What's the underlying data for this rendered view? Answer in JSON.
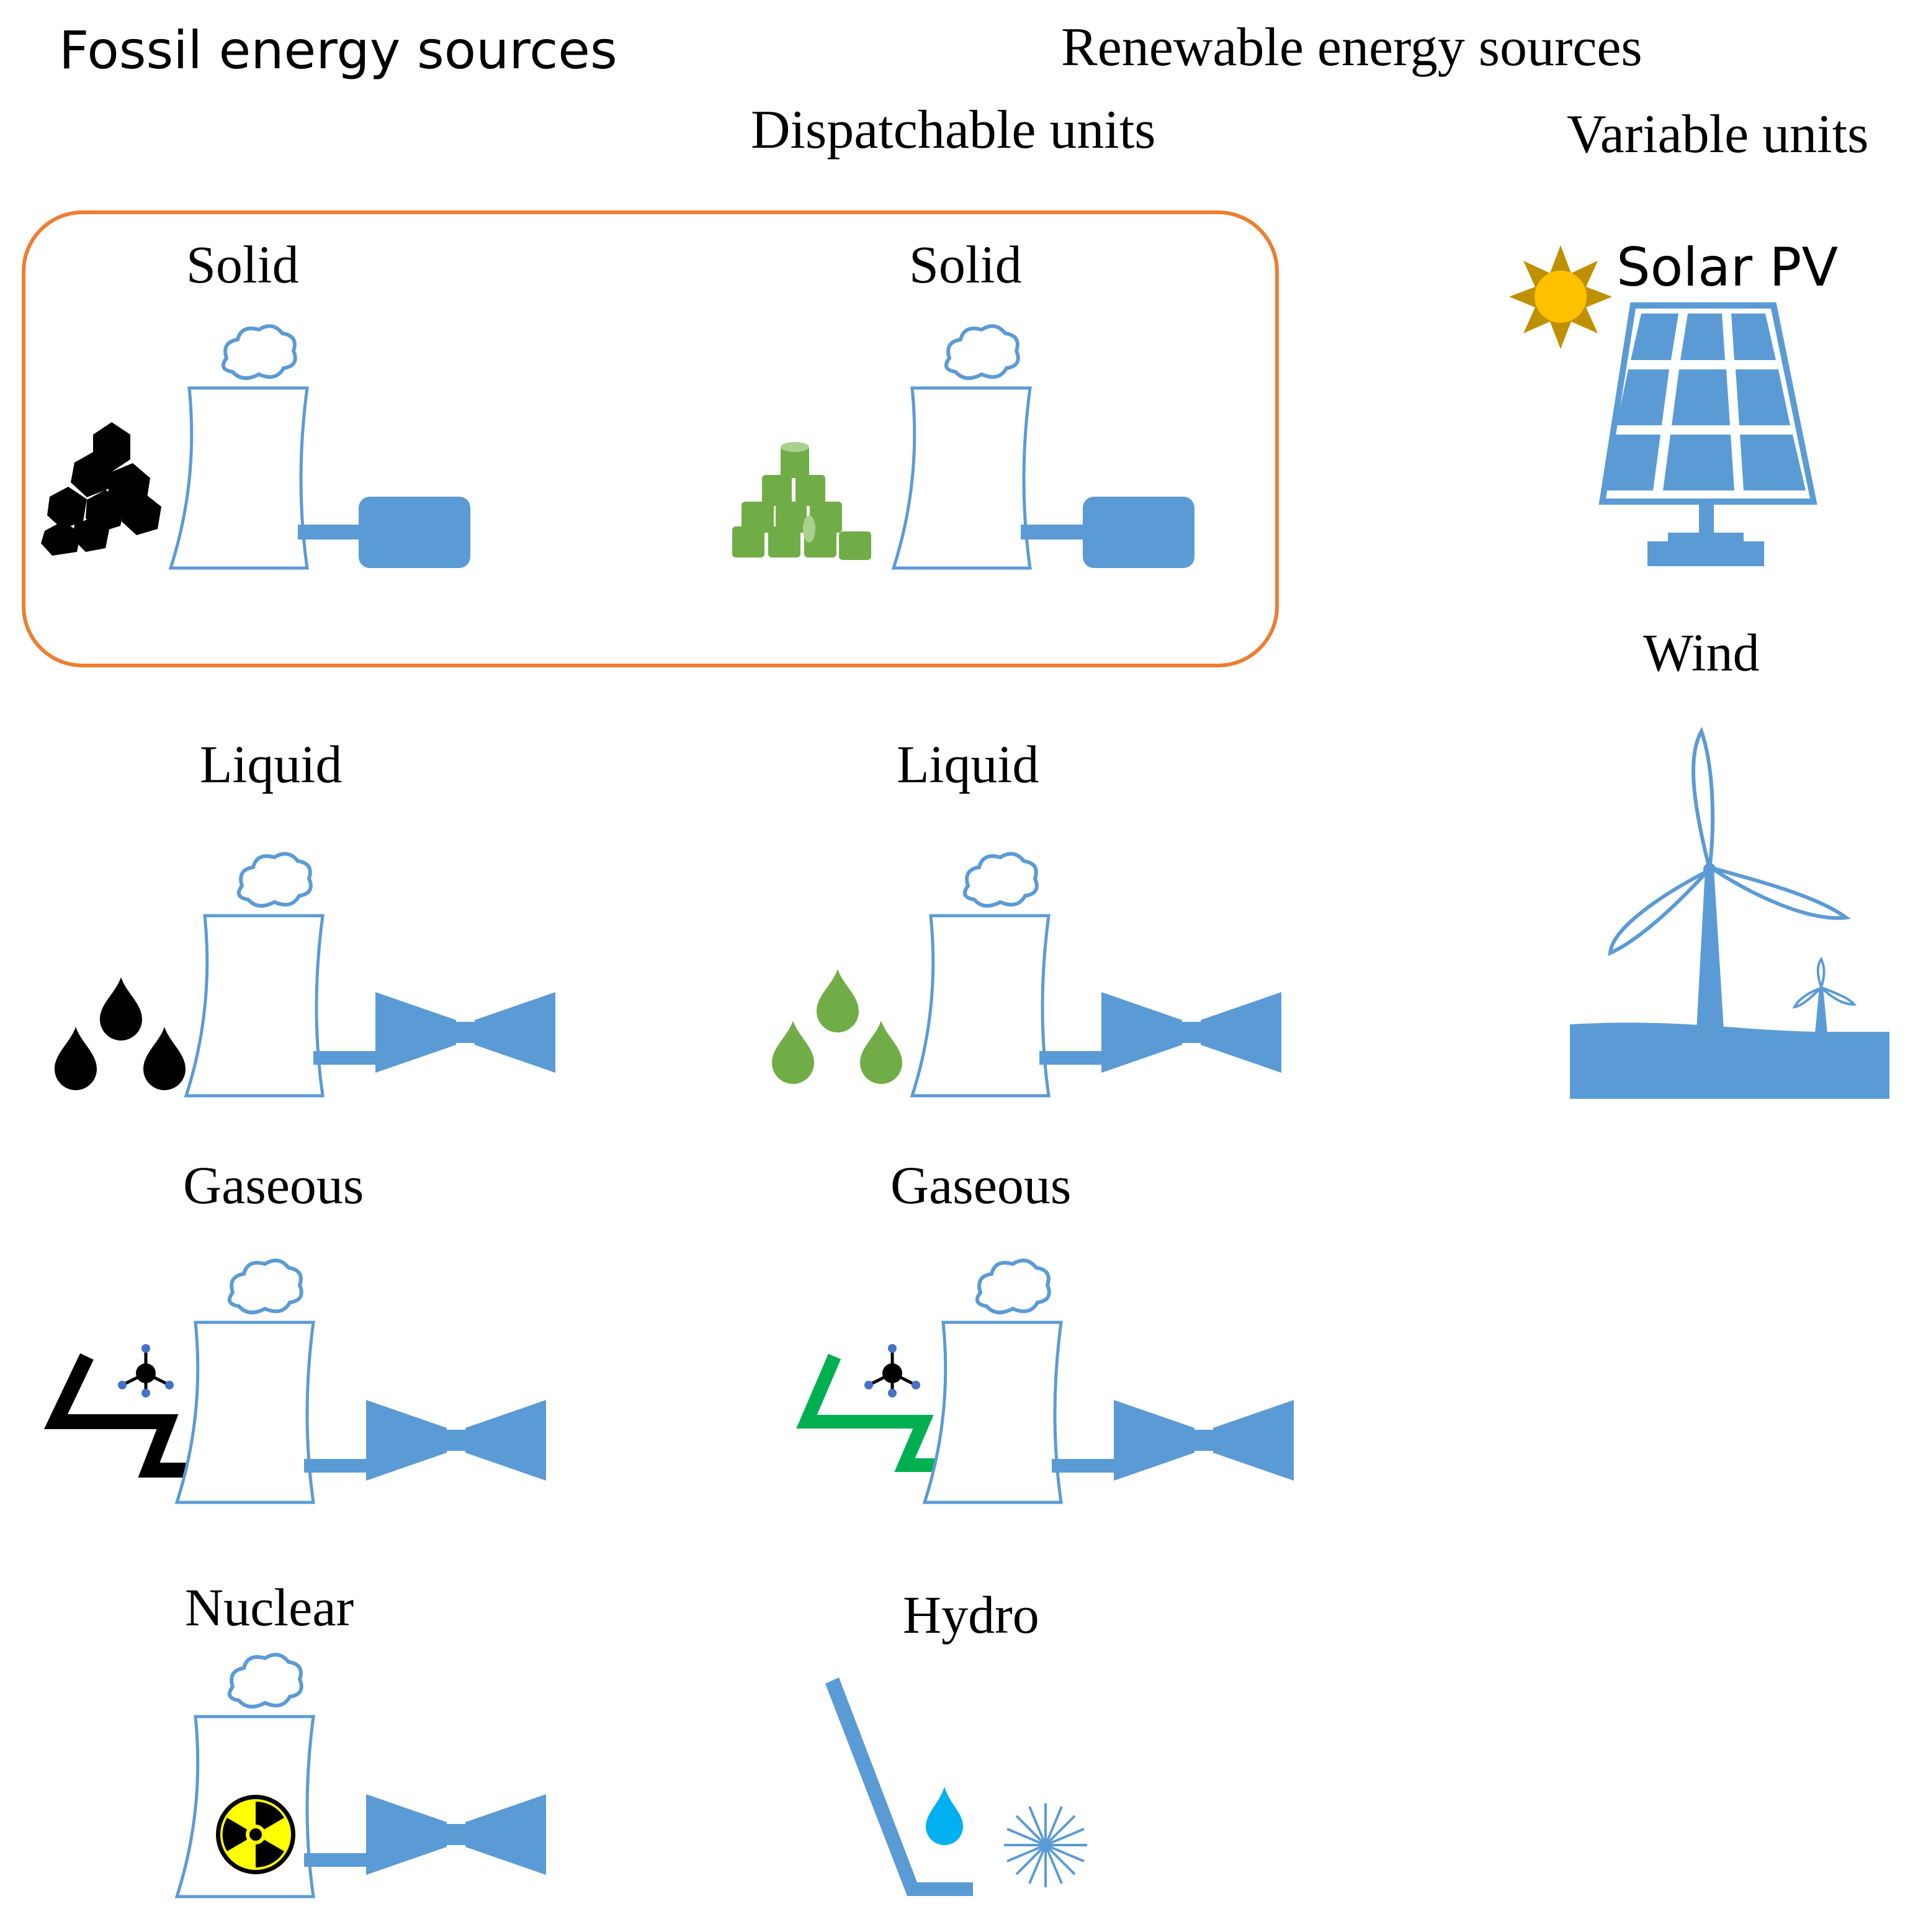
{
  "headers": {
    "fossil": "Fossil energy sources",
    "renewable": "Renewable energy sources",
    "dispatchable": "Dispatchable units",
    "variable": "Variable units"
  },
  "fossil": {
    "solid": "Solid",
    "liquid": "Liquid",
    "gaseous": "Gaseous",
    "nuclear": "Nuclear"
  },
  "dispatchable": {
    "solid": "Solid",
    "liquid": "Liquid",
    "gaseous": "Gaseous",
    "hydro": "Hydro"
  },
  "variable": {
    "solar": "Solar PV",
    "wind": "Wind"
  },
  "colors": {
    "plant_blue": "#5B9BD5",
    "highlight_border": "#ED7D31",
    "biomass_green": "#70AD47",
    "biogas_green": "#00B050",
    "sun": "#FFC000",
    "water": "#00B0F0",
    "nuclear_yellow": "#FFFF00"
  },
  "icons": {
    "coal": "coal-pile-icon",
    "biomass": "biomass-logs-icon",
    "oil": "oil-drops-icon",
    "biofuel": "biofuel-drops-icon",
    "gas": "gas-pipe-methane-icon",
    "biogas": "biogas-pipe-methane-icon",
    "nuclear": "radiation-icon",
    "hydro": "dam-water-turbine-icon",
    "solar": "solar-panel-sun-icon",
    "wind": "wind-turbines-icon"
  }
}
